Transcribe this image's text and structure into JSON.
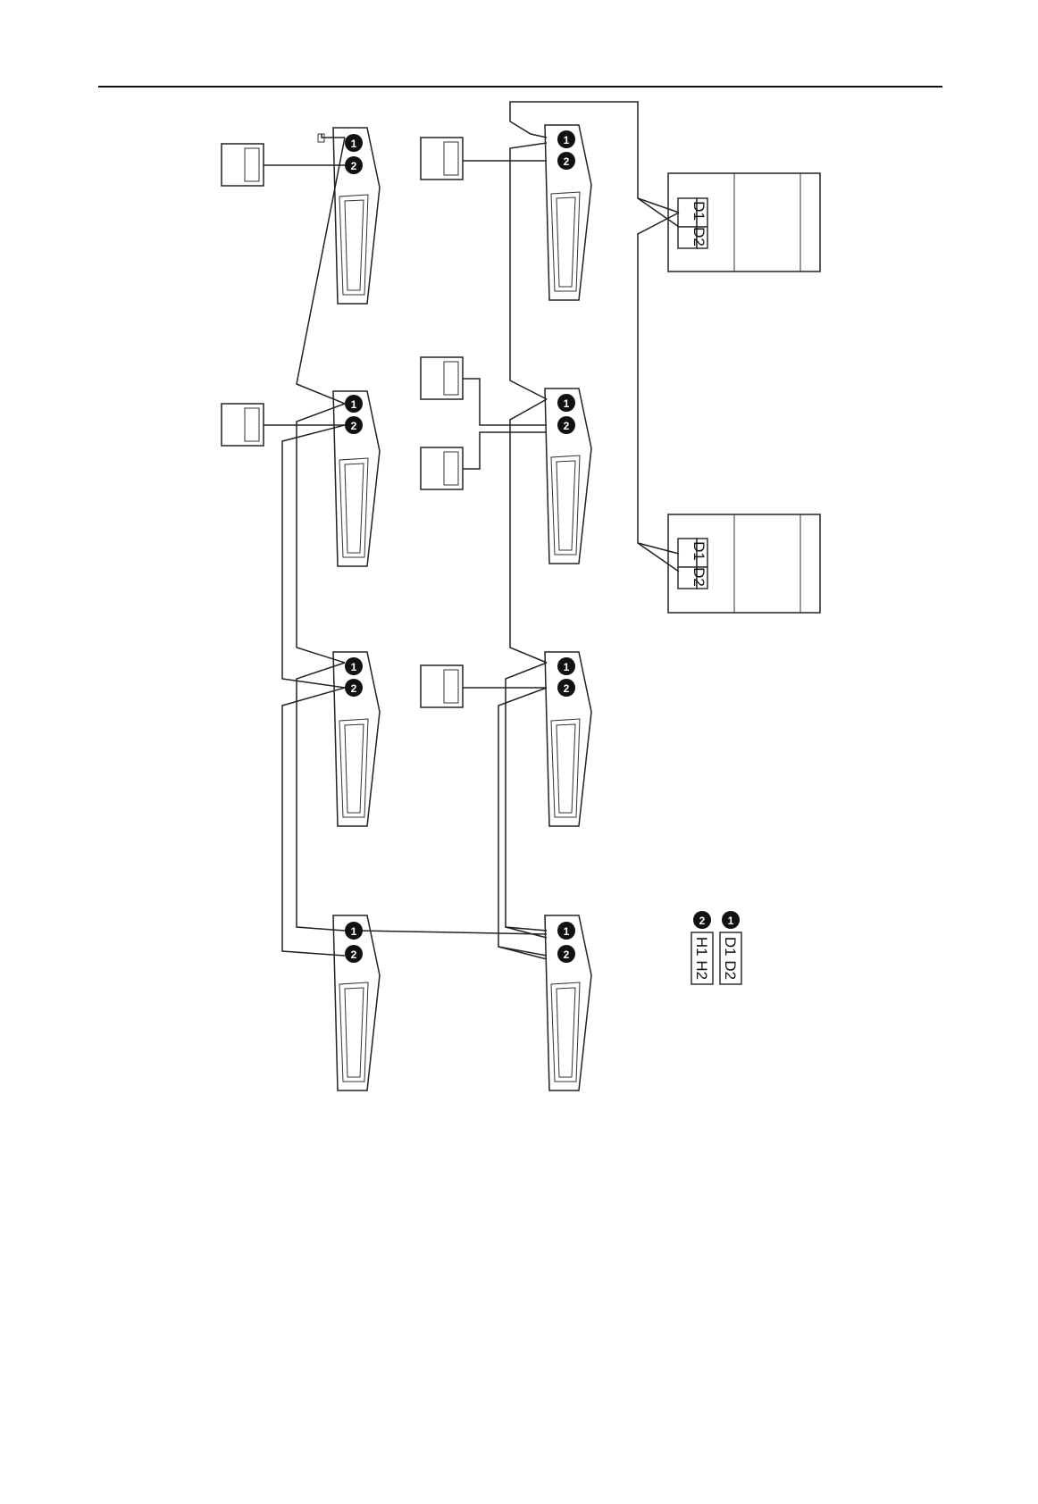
{
  "outdoor_terminals": {
    "d1": "D1",
    "d2": "D2"
  },
  "badges": {
    "one": "1",
    "two": "2"
  },
  "legend": {
    "row1_badge": "1",
    "row1_label": "D1 D2",
    "row2_badge": "2",
    "row2_label": "H1 H2"
  },
  "colors": {
    "line": "#222222",
    "badge_fill": "#111111",
    "background": "#ffffff"
  }
}
